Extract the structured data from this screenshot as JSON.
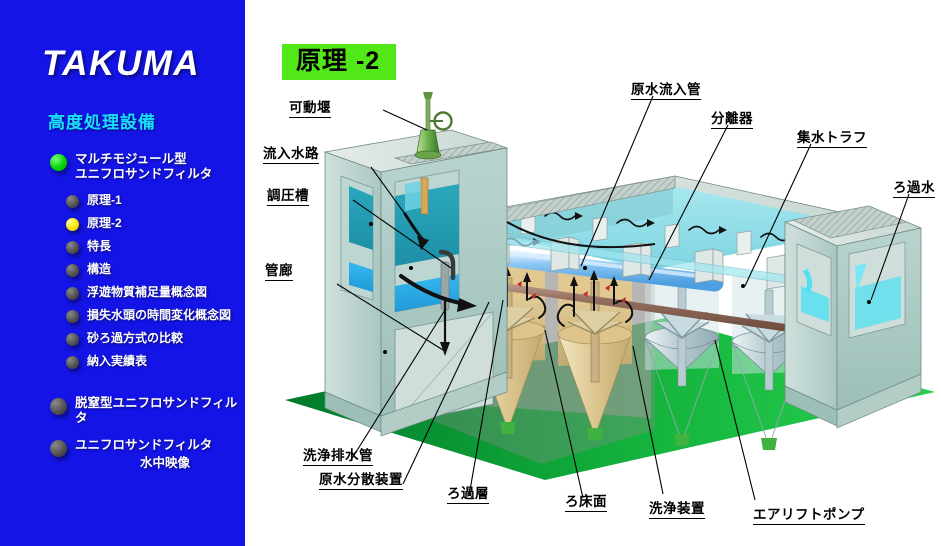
{
  "sidebar": {
    "logo": "TAKUMA",
    "section_title": "高度処理設備",
    "bg_color": "#1414e6",
    "title_color": "#19e0ff",
    "nav": [
      {
        "label": "マルチモジュール型\nユニフロサンドフィルタ",
        "bullet": "green",
        "size": "big",
        "level": 0
      },
      {
        "label": "原理-1",
        "bullet": "gray",
        "size": "small",
        "level": 1
      },
      {
        "label": "原理-2",
        "bullet": "yellow",
        "size": "small",
        "level": 1
      },
      {
        "label": "特長",
        "bullet": "gray",
        "size": "small",
        "level": 1
      },
      {
        "label": "構造",
        "bullet": "gray",
        "size": "small",
        "level": 1
      },
      {
        "label": "浮遊物質補足量概念図",
        "bullet": "gray",
        "size": "small",
        "level": 1
      },
      {
        "label": "損失水頭の時間変化概念図",
        "bullet": "gray",
        "size": "small",
        "level": 1
      },
      {
        "label": "砂ろ過方式の比較",
        "bullet": "gray",
        "size": "small",
        "level": 1
      },
      {
        "label": "納入実績表",
        "bullet": "gray",
        "size": "small",
        "level": 1
      },
      {
        "label": "脱窒型ユニフロサンドフィルタ",
        "bullet": "gray",
        "size": "big",
        "level": 0
      },
      {
        "label": "ユニフロサンドフィルタ",
        "bullet": "gray",
        "size": "big",
        "level": 0
      },
      {
        "label": "水中映像",
        "bullet": "none",
        "size": "none",
        "level": 2
      }
    ]
  },
  "diagram": {
    "title": "原理 -2",
    "title_bg": "#52e817",
    "ground_color": "#00a832",
    "callouts": [
      {
        "key": "movable_weir",
        "text": "可動堰"
      },
      {
        "key": "inflow_channel",
        "text": "流入水路"
      },
      {
        "key": "pressure_tank",
        "text": "調圧槽"
      },
      {
        "key": "pipe_gallery",
        "text": "管廊"
      },
      {
        "key": "raw_water_inlet_pipe",
        "text": "原水流入管"
      },
      {
        "key": "separator",
        "text": "分離器"
      },
      {
        "key": "collection_trough",
        "text": "集水トラフ"
      },
      {
        "key": "filtered_water",
        "text": "ろ過水"
      },
      {
        "key": "wash_drain_pipe",
        "text": "洗浄排水管"
      },
      {
        "key": "raw_water_distributor",
        "text": "原水分散装置"
      },
      {
        "key": "filter_layer",
        "text": "ろ過層"
      },
      {
        "key": "filter_bed_surface",
        "text": "ろ床面"
      },
      {
        "key": "washing_device",
        "text": "洗浄装置"
      },
      {
        "key": "airlift_pump",
        "text": "エアリフトポンプ"
      }
    ]
  }
}
